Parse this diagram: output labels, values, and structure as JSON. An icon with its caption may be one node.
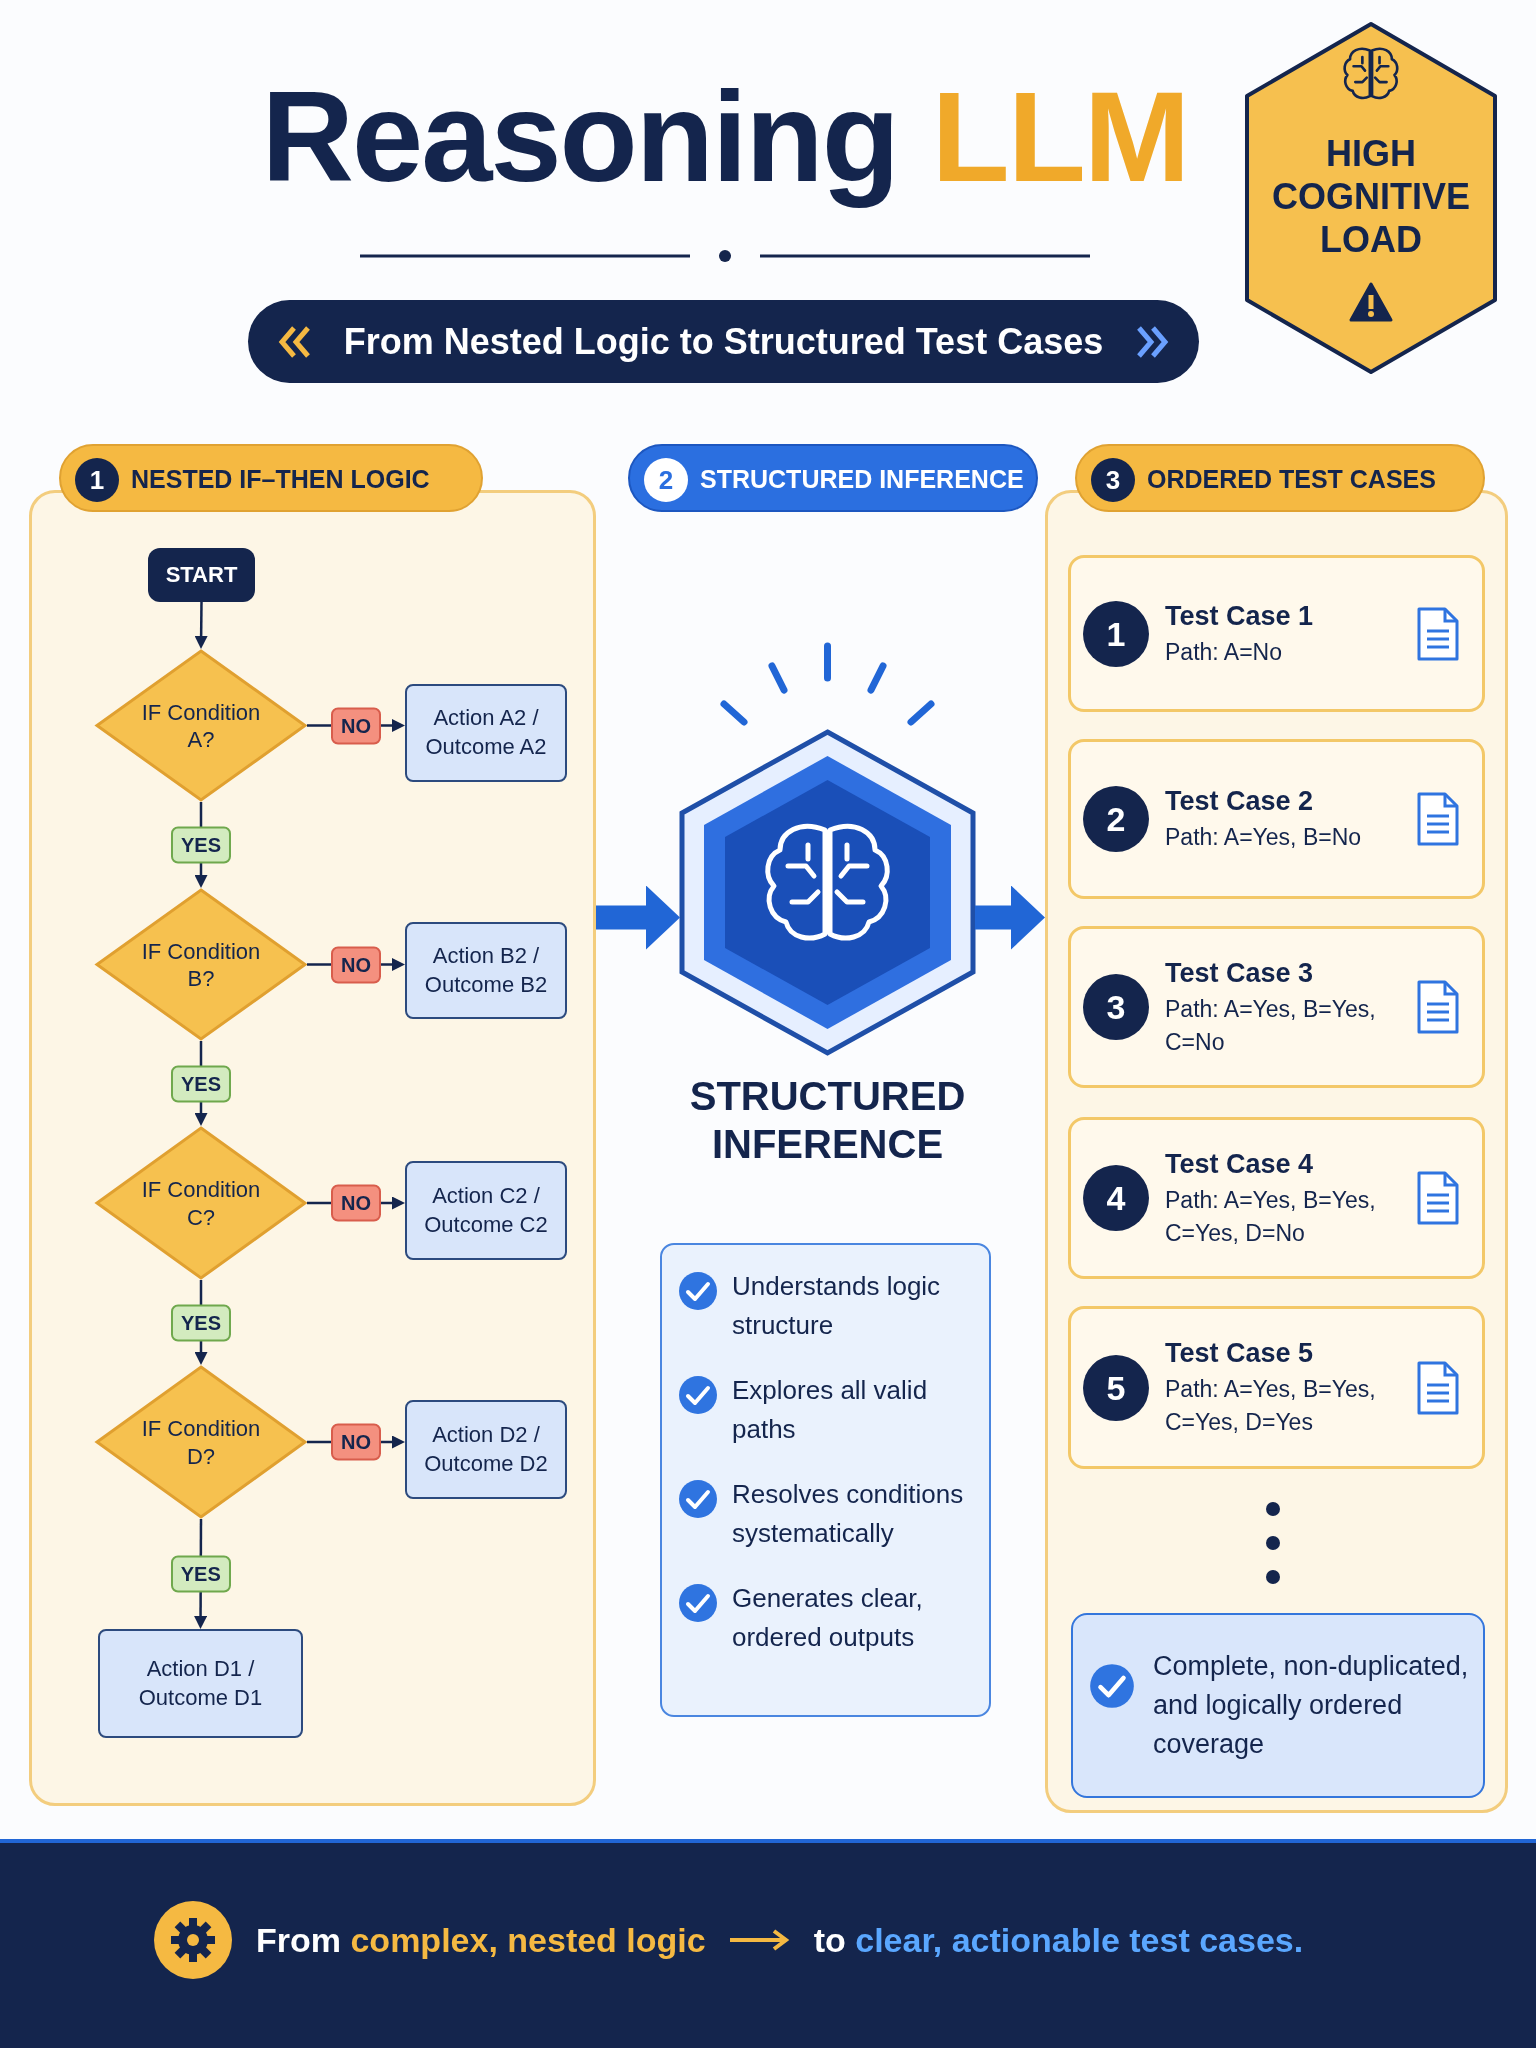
{
  "diagram": {
    "title": "Reasoning LLM",
    "nodes": [
      {
        "text": [
          "HIGH COGNITIVE LOAD"
        ]
      },
      {
        "text": [
          "1",
          "NESTED IF–THEN LOGIC"
        ]
      },
      {
        "text": [
          "START"
        ],
        "in": 1
      },
      {
        "text": [
          "IF Condition A?"
        ],
        "in": 1
      },
      {
        "text": [
          "Action A2 / Outcome A2"
        ],
        "in": 1
      },
      {
        "text": [
          "IF Condition B?"
        ],
        "in": 1
      },
      {
        "text": [
          "Action B2 / Outcome B2"
        ],
        "in": 1
      },
      {
        "text": [
          "IF Condition C?"
        ],
        "in": 1
      },
      {
        "text": [
          "Action C2 / Outcome C2"
        ],
        "in": 1
      },
      {
        "text": [
          "IF Condition D?"
        ],
        "in": 1
      },
      {
        "text": [
          "Action D2 / Outcome D2"
        ],
        "in": 1
      },
      {
        "text": [
          "Action D1 / Outcome D1"
        ],
        "in": 1
      },
      {
        "text": [
          "2",
          "STRUCTURED INFERENCE"
        ]
      },
      {
        "text": [
          "STRUCTURED INFERENCE"
        ]
      },
      {
        "text": [
          "Understands logic structure",
          "Explores all valid paths",
          "Resolves conditions systematically",
          "Generates clear, ordered outputs"
        ]
      },
      {
        "text": [
          "3",
          "ORDERED TEST CASES"
        ]
      },
      {
        "text": [
          "1",
          "Test Case 1",
          "Path: A=No"
        ],
        "in": 15
      },
      {
        "text": [
          "2",
          "Test Case 2",
          "Path: A=Yes, B=No"
        ],
        "in": 15
      },
      {
        "text": [
          "3",
          "Test Case 3",
          "Path: A=Yes, B=Yes, C=No"
        ],
        "in": 15
      },
      {
        "text": [
          "4",
          "Test Case 4",
          "Path: A=Yes, B=Yes, C=Yes, D=No"
        ],
        "in": 15
      },
      {
        "text": [
          "5",
          "Test Case 5",
          "Path: A=Yes, B=Yes, C=Yes, D=Yes"
        ],
        "in": 15
      },
      {
        "text": [
          "Complete, non-duplicated, and logically ordered coverage"
        ],
        "in": 15
      }
    ],
    "edges": [
      {
        "from": 2,
        "to": 3,
        "arrow": "to"
      },
      {
        "from": 3,
        "to": 4,
        "arrow": "to",
        "label": "NO"
      },
      {
        "from": 3,
        "to": 5,
        "arrow": "to",
        "label": "YES"
      },
      {
        "from": 5,
        "to": 6,
        "arrow": "to",
        "label": "NO"
      },
      {
        "from": 5,
        "to": 7,
        "arrow": "to",
        "label": "YES"
      },
      {
        "from": 7,
        "to": 8,
        "arrow": "to",
        "label": "NO"
      },
      {
        "from": 7,
        "to": 9,
        "arrow": "to",
        "label": "YES"
      },
      {
        "from": 9,
        "to": 10,
        "arrow": "to",
        "label": "NO"
      },
      {
        "from": 9,
        "to": 11,
        "arrow": "to",
        "label": "YES"
      },
      {
        "from": 1,
        "to": 13,
        "arrow": "to",
        "style": "thick",
        "color": "#2166d6"
      },
      {
        "from": 13,
        "to": 15,
        "arrow": "to",
        "style": "thick",
        "color": "#2166d6"
      }
    ],
    "labels": [
      "From Nested Logic to Structured Test Cases",
      "From complex, nested logic",
      "to clear, actionable test cases."
    ]
  }
}
